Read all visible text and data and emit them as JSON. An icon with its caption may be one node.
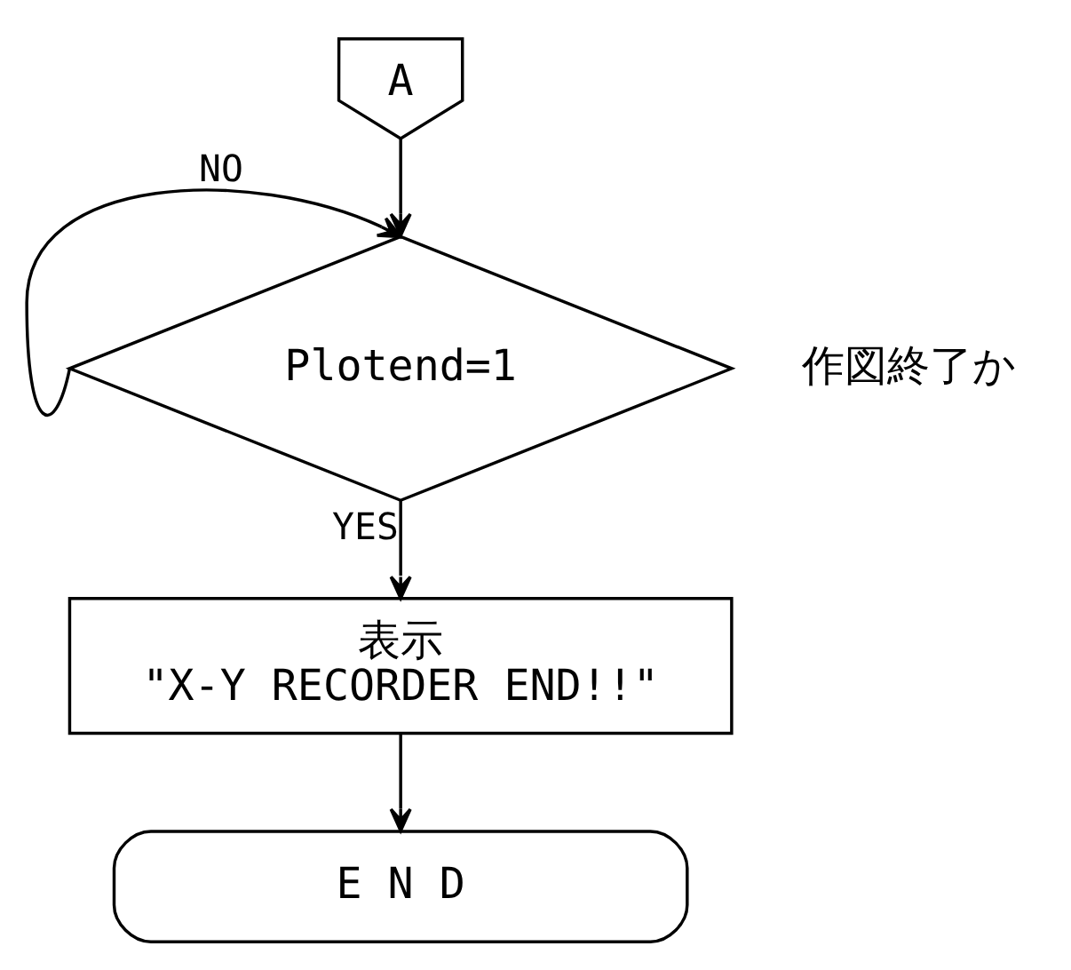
{
  "diagram": {
    "nodes": [
      {
        "text": [
          "A"
        ]
      },
      {
        "text": [
          "Plotend=1"
        ],
        "beside": [
          "作図終了か"
        ]
      },
      {
        "text": [
          "表示",
          "\"X-Y RECORDER END!!\""
        ]
      },
      {
        "text": [
          "E N D"
        ]
      }
    ],
    "edges": [
      {
        "from": 0,
        "to": 1,
        "arrow": "to"
      },
      {
        "from": 1,
        "to": 1,
        "arrow": "to",
        "label": "NO"
      },
      {
        "from": 1,
        "to": 2,
        "arrow": "to",
        "label": "YES"
      },
      {
        "from": 2,
        "to": 3,
        "arrow": "to"
      }
    ]
  }
}
